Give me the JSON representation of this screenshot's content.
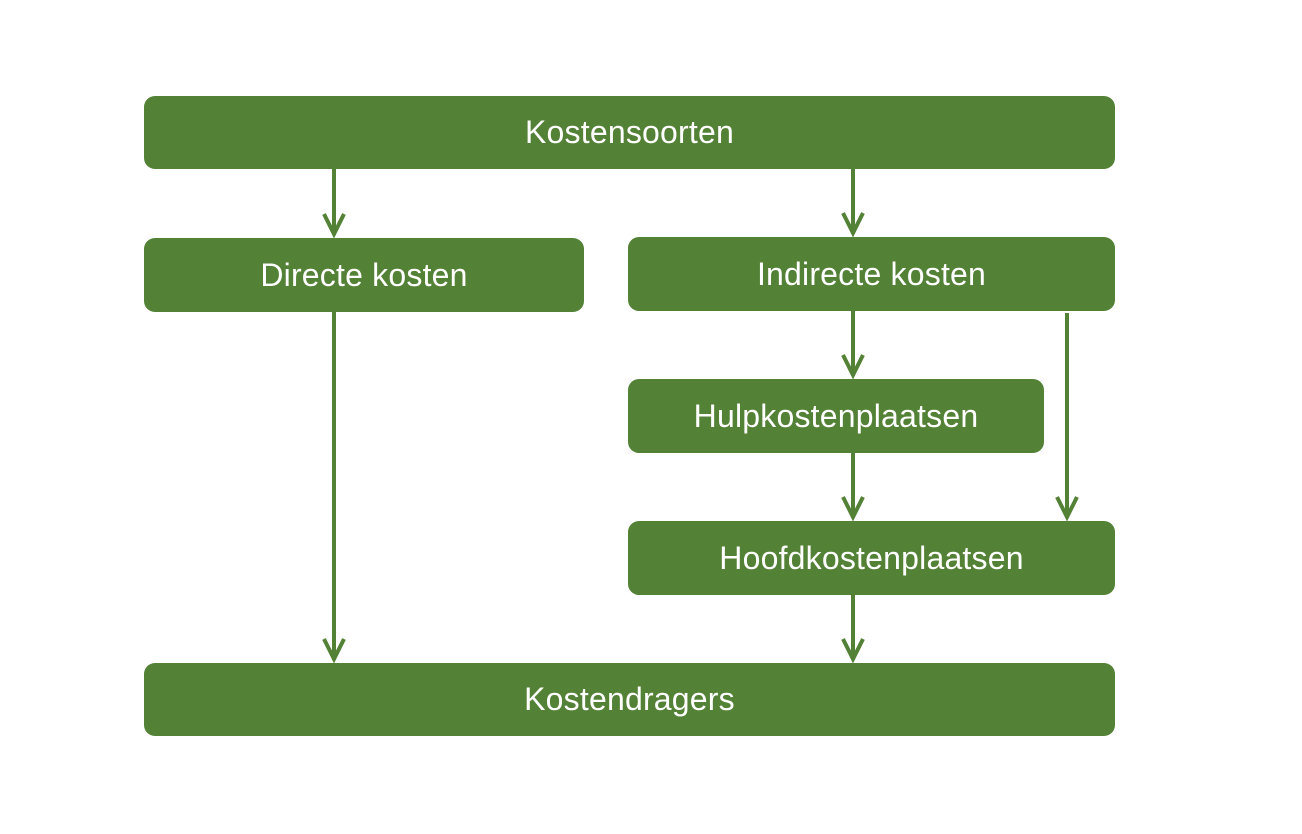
{
  "colors": {
    "node_fill": "#538135",
    "node_text": "#ffffff",
    "edge": "#538135",
    "background": "#ffffff"
  },
  "nodes": {
    "kostensoorten": "Kostensoorten",
    "directe_kosten": "Directe kosten",
    "indirecte_kosten": "Indirecte kosten",
    "hulpkostenplaatsen": "Hulpkostenplaatsen",
    "hoofdkostenplaatsen": "Hoofdkostenplaatsen",
    "kostendragers": "Kostendragers"
  },
  "edges": [
    {
      "from": "kostensoorten",
      "to": "directe_kosten"
    },
    {
      "from": "kostensoorten",
      "to": "indirecte_kosten"
    },
    {
      "from": "indirecte_kosten",
      "to": "hulpkostenplaatsen"
    },
    {
      "from": "indirecte_kosten",
      "to": "hoofdkostenplaatsen"
    },
    {
      "from": "hulpkostenplaatsen",
      "to": "hoofdkostenplaatsen"
    },
    {
      "from": "directe_kosten",
      "to": "kostendragers"
    },
    {
      "from": "hoofdkostenplaatsen",
      "to": "kostendragers"
    }
  ]
}
